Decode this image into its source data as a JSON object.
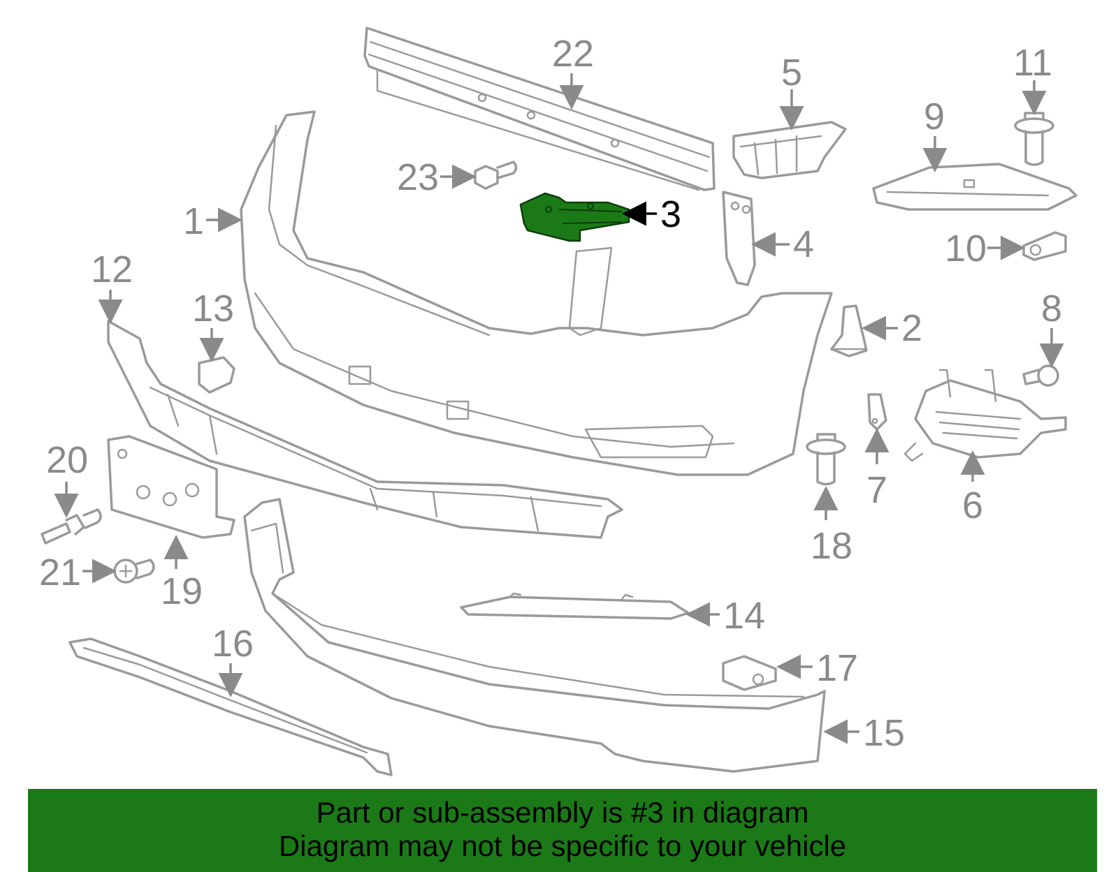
{
  "highlight_color": "#1b7a17",
  "highlighted_part": "3",
  "callouts": [
    "1",
    "2",
    "3",
    "4",
    "5",
    "6",
    "7",
    "8",
    "9",
    "10",
    "11",
    "12",
    "13",
    "14",
    "15",
    "16",
    "17",
    "18",
    "19",
    "20",
    "21",
    "22",
    "23"
  ],
  "banner": {
    "line1": "Part or sub-assembly is #3 in diagram",
    "line2": "Diagram may not be specific to your vehicle"
  }
}
